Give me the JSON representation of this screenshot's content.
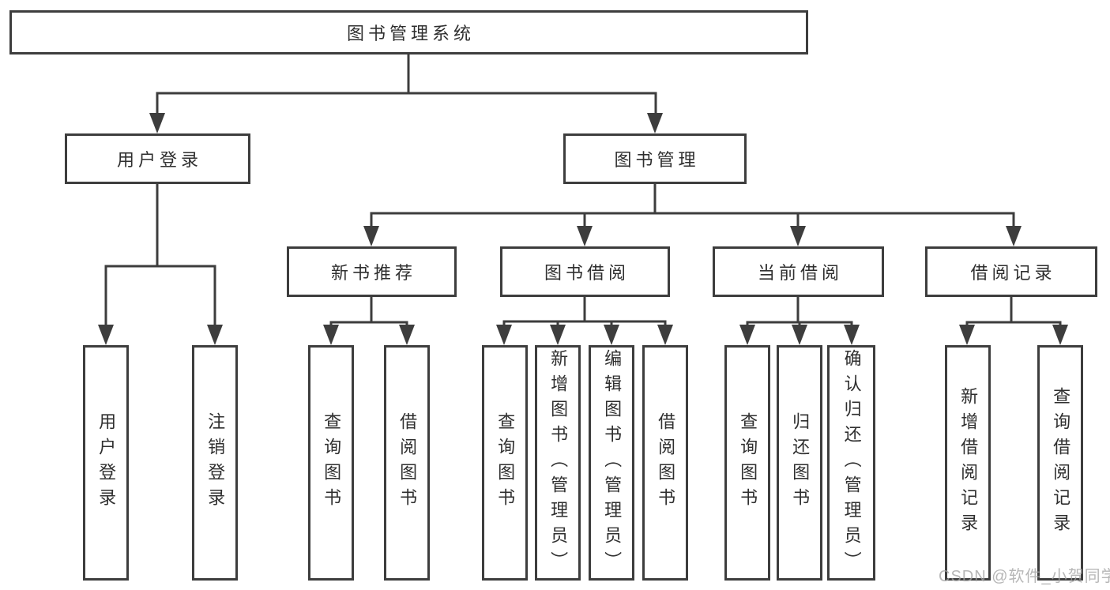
{
  "diagram_type": "hierarchy-tree",
  "tree": {
    "label": "图书管理系统",
    "children": [
      {
        "label": "用户登录",
        "children": [
          {
            "label": "用户登录"
          },
          {
            "label": "注销登录"
          }
        ]
      },
      {
        "label": "图书管理",
        "children": [
          {
            "label": "新书推荐",
            "children": [
              {
                "label": "查询图书"
              },
              {
                "label": "借阅图书"
              }
            ]
          },
          {
            "label": "图书借阅",
            "children": [
              {
                "label": "查询图书"
              },
              {
                "label": "新增图书（管理员）"
              },
              {
                "label": "编辑图书（管理员）"
              },
              {
                "label": "借阅图书"
              }
            ]
          },
          {
            "label": "当前借阅",
            "children": [
              {
                "label": "查询图书"
              },
              {
                "label": "归还图书"
              },
              {
                "label": "确认归还（管理员）"
              }
            ]
          },
          {
            "label": "借阅记录",
            "children": [
              {
                "label": "新增借阅记录"
              },
              {
                "label": "查询借阅记录"
              }
            ]
          }
        ]
      }
    ]
  },
  "watermark": "CSDN @软件_小贺同学",
  "colors": {
    "line": "#3d3d3d",
    "text": "#2f2f2f",
    "watermark": "#a5a5a5",
    "background": "#ffffff"
  }
}
